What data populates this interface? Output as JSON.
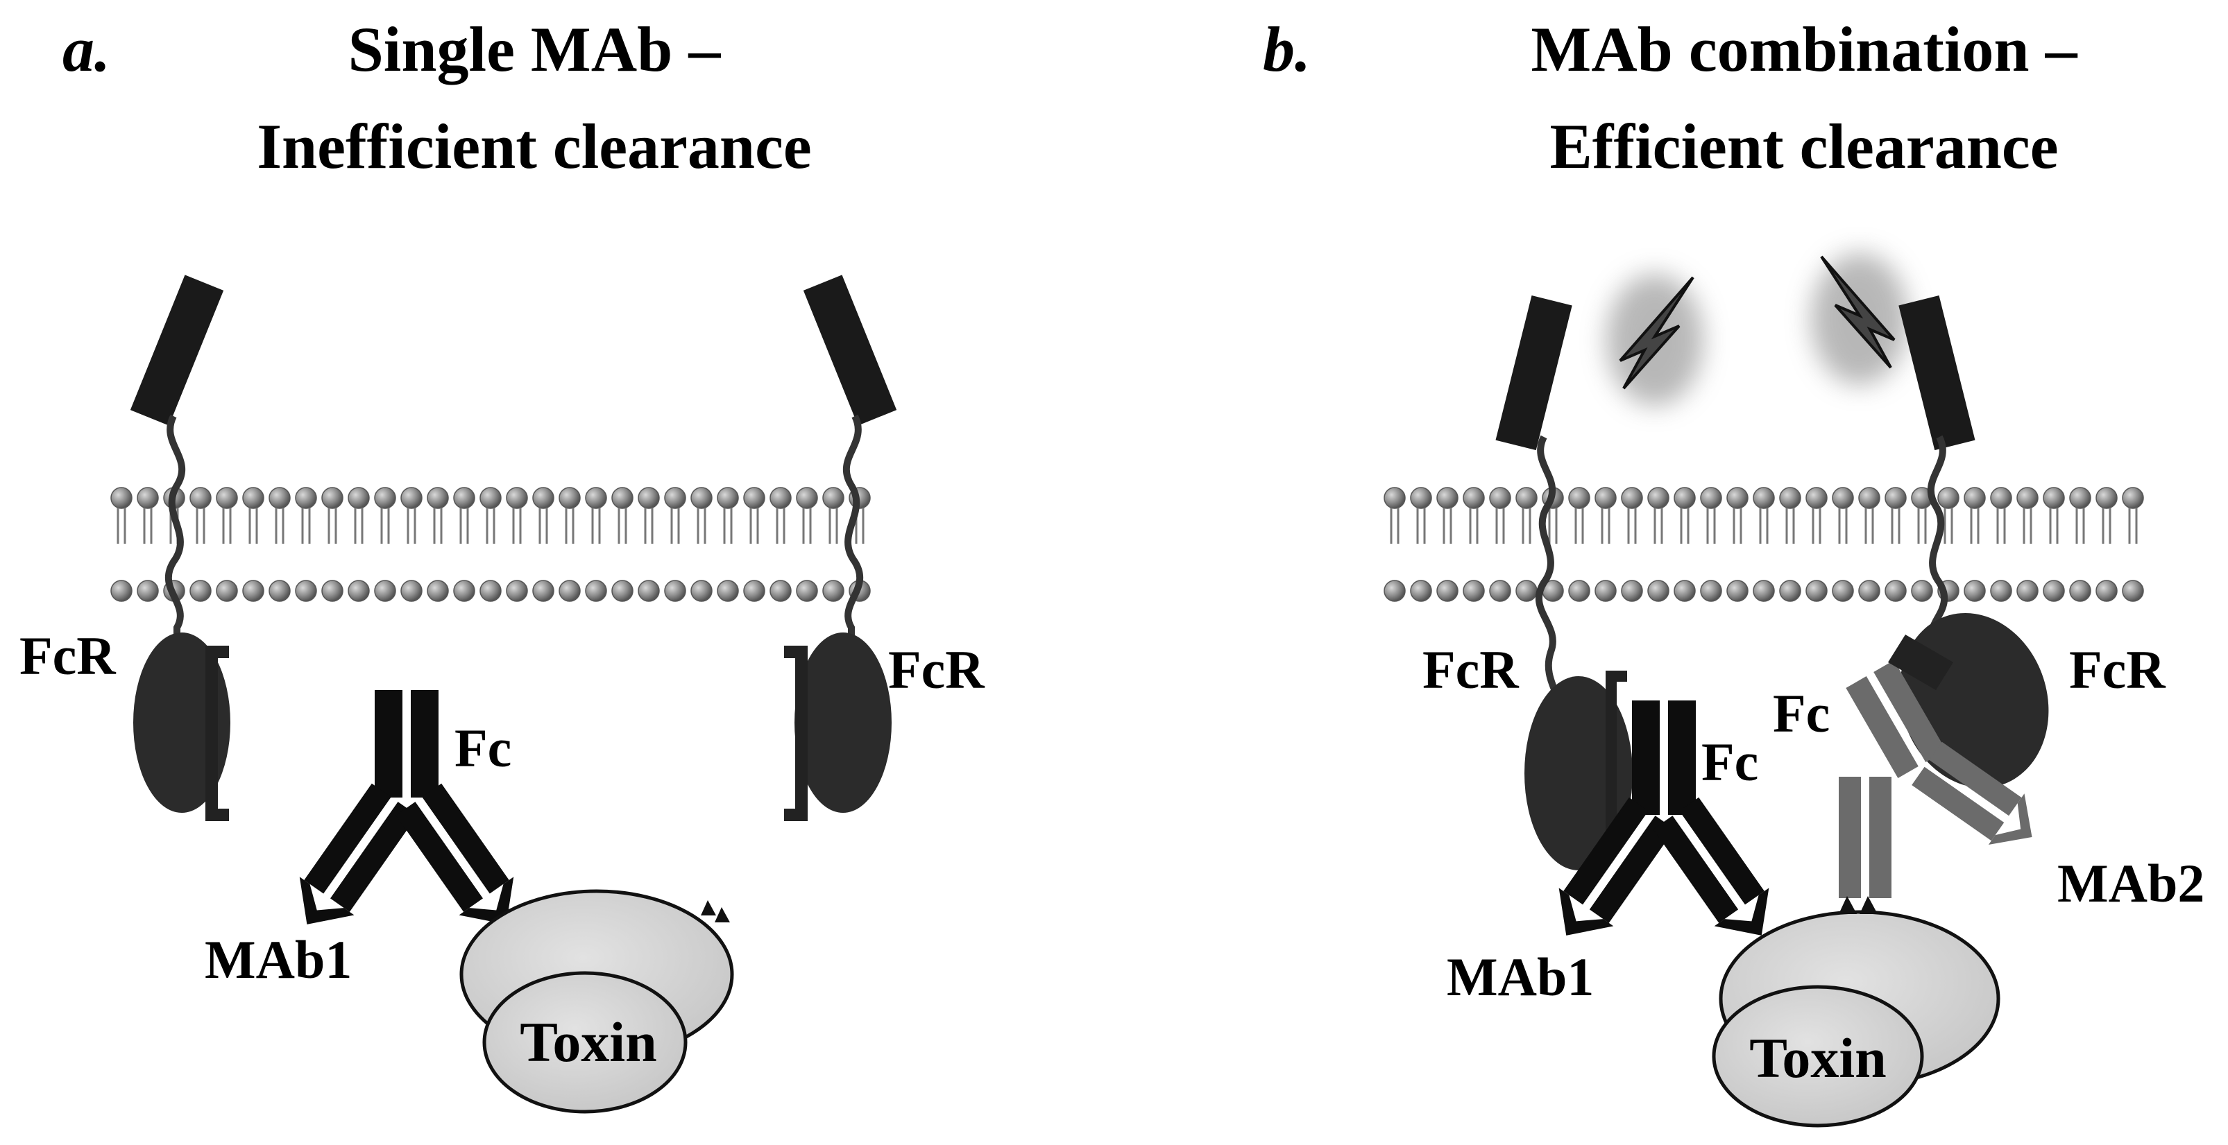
{
  "panels": {
    "a": {
      "letter": "a.",
      "title_line1": "Single MAb –",
      "title_line2": "Inefficient clearance",
      "fcr_left": "FcR",
      "fcr_right": "FcR",
      "fc": "Fc",
      "mab1": "MAb1",
      "toxin": "Toxin"
    },
    "b": {
      "letter": "b.",
      "title_line1": "MAb combination –",
      "title_line2": "Efficient clearance",
      "fcr_left": "FcR",
      "fcr_right": "FcR",
      "fc_left": "Fc",
      "fc_right": "Fc",
      "mab1": "MAb1",
      "mab2": "MAb2",
      "toxin": "Toxin"
    }
  },
  "colors": {
    "receptor": "#1a1a1a",
    "fcr_lobe": "#2b2b2b",
    "lipid_head": "#8c8c8c",
    "mab1": "#0d0d0d",
    "mab2": "#6b6b6b",
    "toxin": "#cfcfcf",
    "signal_glow": "#9a9a9a"
  }
}
